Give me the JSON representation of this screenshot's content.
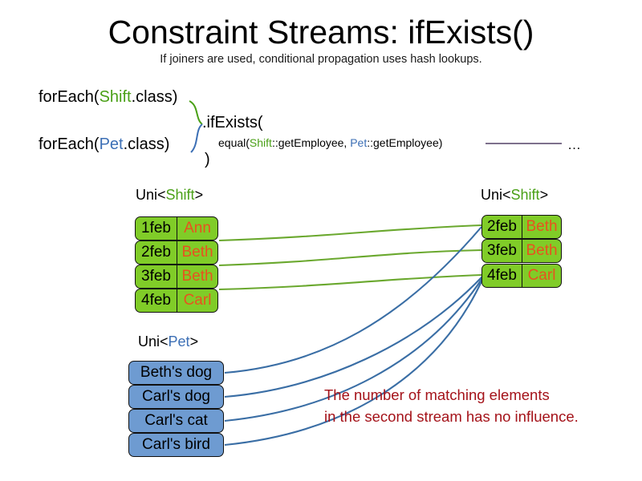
{
  "slide": {
    "title": "Constraint Streams: ifExists()",
    "subtitle": "If joiners are used, conditional propagation uses hash lookups."
  },
  "code": {
    "foreach_shift": {
      "prefix": "forEach(",
      "type": "Shift",
      "suffix": ".class)"
    },
    "foreach_pet": {
      "prefix": "forEach(",
      "type": "Pet",
      "suffix": ".class)"
    },
    "if_exists": ".ifExists(",
    "equal": {
      "prefix": "equal(",
      "left_type": "Shift",
      "left_method": "::getEmployee, ",
      "right_type": "Pet",
      "right_method": "::getEmployee)"
    },
    "close_paren": ")",
    "ellipsis": "…"
  },
  "streams": {
    "left_shift": {
      "label_prefix": "Uni<",
      "label_type": "Shift",
      "label_suffix": ">",
      "rows": [
        {
          "date": "1feb",
          "name": "Ann"
        },
        {
          "date": "2feb",
          "name": "Beth"
        },
        {
          "date": "3feb",
          "name": "Beth"
        },
        {
          "date": "4feb",
          "name": "Carl"
        }
      ]
    },
    "pet": {
      "label_prefix": "Uni<",
      "label_type": "Pet",
      "label_suffix": ">",
      "rows": [
        {
          "text": "Beth's dog"
        },
        {
          "text": "Carl's dog"
        },
        {
          "text": "Carl's cat"
        },
        {
          "text": "Carl's bird"
        }
      ]
    },
    "right_shift": {
      "label_prefix": "Uni<",
      "label_type": "Shift",
      "label_suffix": ">",
      "rows": [
        {
          "date": "2feb",
          "name": "Beth"
        },
        {
          "date": "3feb",
          "name": "Beth"
        },
        {
          "date": "4feb",
          "name": "Carl"
        }
      ]
    }
  },
  "note": {
    "line1": "The number of matching elements",
    "line2": "in the second stream has no influence."
  },
  "colors": {
    "shift_green": "#4aa017",
    "pet_blue": "#3c6fb5",
    "node_green_fill": "#80cc28",
    "node_blue_fill": "#6e9bd1",
    "name_orange": "#e8521f",
    "note_red": "#a41219",
    "green_edge": "#6aa82e",
    "blue_edge": "#3a6ea5",
    "joiner_line": "#6b5b7b"
  },
  "diagram": {
    "green_edges": [
      {
        "from": "left-2feb",
        "to": "right-2feb"
      },
      {
        "from": "left-3feb",
        "to": "right-3feb"
      },
      {
        "from": "left-4feb",
        "to": "right-4feb"
      }
    ],
    "blue_edges": [
      {
        "from": "pet-beths-dog",
        "to": "right-2feb"
      },
      {
        "from": "pet-carls-dog",
        "to": "right-4feb"
      },
      {
        "from": "pet-carls-cat",
        "to": "right-4feb"
      },
      {
        "from": "pet-carls-bird",
        "to": "right-4feb"
      }
    ]
  }
}
